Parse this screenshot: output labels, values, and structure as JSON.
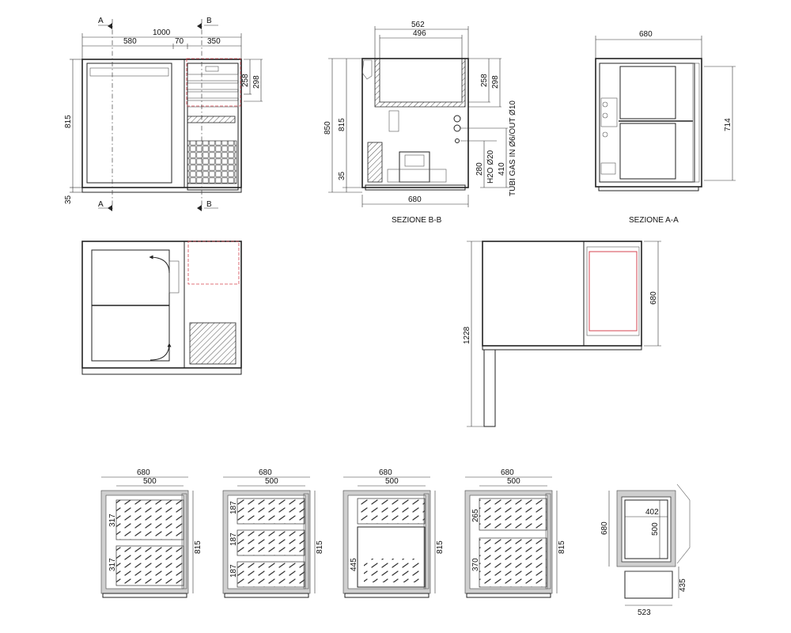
{
  "labels": {
    "sec_a": "A",
    "sec_b": "B",
    "sezione_bb": "SEZIONE B-B",
    "sezione_aa": "SEZIONE A-A",
    "tubi": "TUBI GAS IN Ø6/OUT Ø10",
    "h2o": "H2O Ø20"
  },
  "dims": {
    "front_total": "1000",
    "front_left": "580",
    "front_mid": "70",
    "front_right": "350",
    "front_h": "815",
    "front_foot": "35",
    "front_258": "258",
    "front_298": "298",
    "bb_top": "562",
    "bb_inner": "496",
    "bb_h850": "850",
    "bb_h815": "815",
    "bb_35": "35",
    "bb_258": "258",
    "bb_298": "298",
    "bb_280": "280",
    "bb_410": "410",
    "bb_bottom": "680",
    "aa_top": "680",
    "aa_714": "714",
    "plan_1228": "1228",
    "plan_680": "680",
    "v1_w": "680",
    "v1_in": "500",
    "v1_317a": "317",
    "v1_317b": "317",
    "v1_h": "815",
    "v2_w": "680",
    "v2_in": "500",
    "v2_187a": "187",
    "v2_187b": "187",
    "v2_187c": "187",
    "v2_h": "815",
    "v3_w": "680",
    "v3_in": "500",
    "v3_445": "445",
    "v3_h": "815",
    "v4_w": "680",
    "v4_in": "500",
    "v4_265": "265",
    "v4_370": "370",
    "v4_h": "815",
    "d5_680": "680",
    "d5_402": "402",
    "d5_500": "500",
    "d5_435": "435",
    "d5_523": "523"
  }
}
